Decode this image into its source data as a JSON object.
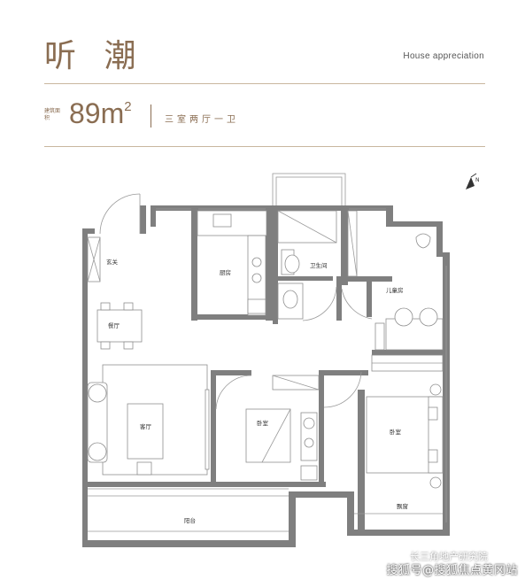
{
  "header": {
    "title": "听 潮",
    "subtitle": "House appreciation",
    "area_label": "建筑面积",
    "area_number": "89m",
    "area_sup": "2",
    "layout": "三室两厅一卫"
  },
  "rooms": {
    "entry": "玄关",
    "kitchen": "厨房",
    "bathroom": "卫生间",
    "kids_room": "儿童房",
    "dining": "餐厅",
    "living": "客厅",
    "bedroom_small": "卧室",
    "bedroom_master": "卧室",
    "balcony": "阳台",
    "bay_window": "飘窗"
  },
  "watermark": "搜狐号@搜狐焦点黄冈站",
  "watermark_top": "长三角地产研究院"
}
